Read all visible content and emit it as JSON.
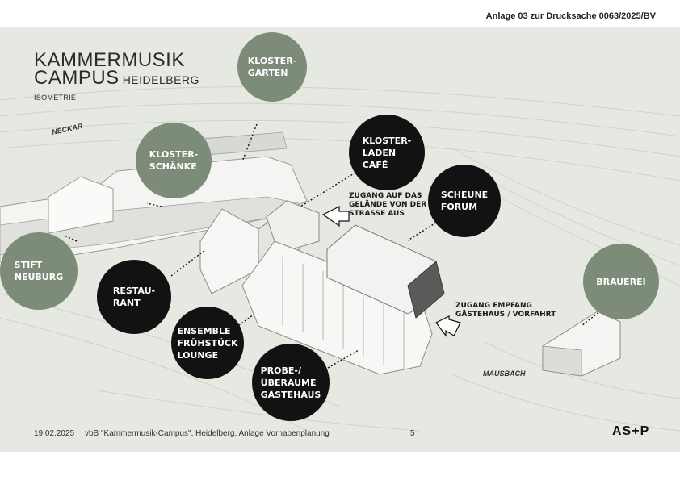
{
  "header": {
    "reference": "Anlage 03 zur Drucksache 0063/2025/BV"
  },
  "title": {
    "line1": "KAMMERMUSIK",
    "line2": "CAMPUS",
    "line2_suffix": "HEIDELBERG",
    "subtitle": "ISOMETRIE"
  },
  "rivers": {
    "neckar": "NECKAR",
    "mausbach": "MAUSBACH"
  },
  "circles": {
    "klostergarten": "KLOSTER-\nGARTEN",
    "klosterschaenke": "KLOSTER-\nSCHÄNKE",
    "klosterladen": "KLOSTER-\nLADEN\nCAFÉ",
    "scheune": "SCHEUNE\nFORUM",
    "stift": "STIFT\nNEUBURG",
    "restaurant": "RESTAU-\nRANT",
    "ensemble": "ENSEMBLE\nFRÜHSTÜCK\nLOUNGE",
    "probe": "PROBE-/\nÜBERÄUME\nGÄSTEHAUS",
    "brauerei": "BRAUEREI"
  },
  "labels": {
    "zugang_strasse": "ZUGANG AUF DAS\nGELÄNDE VON DER\nSTRASSE AUS",
    "zugang_empfang": "ZUGANG EMPFANG\nGÄSTEHAUS / VORFAHRT"
  },
  "footer": {
    "date": "19.02.2025",
    "text": "vbB \"Kammermusik-Campus\", Heidelberg, Anlage Vorhabenplanung",
    "page": "5",
    "logo": "AS+P"
  },
  "colors": {
    "green_circle": "#7d8c78",
    "black_circle": "#121212",
    "background": "#e6e8e2"
  }
}
